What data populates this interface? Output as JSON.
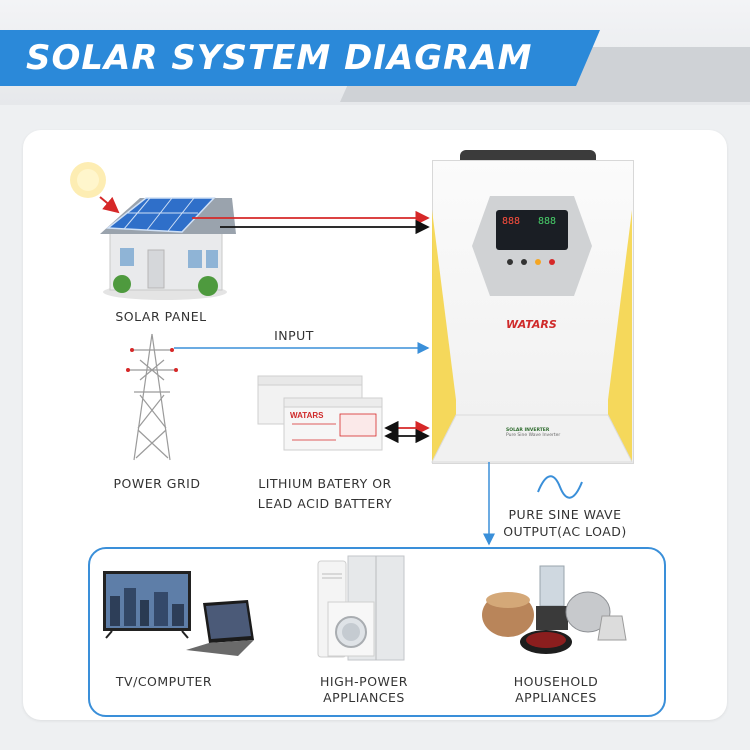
{
  "header": {
    "title": "SOLAR SYSTEM DIAGRAM"
  },
  "labels": {
    "solar_panel": "SOLAR PANEL",
    "input": "INPUT",
    "power_grid": "POWER GRID",
    "battery_line1": "LITHIUM BATERY OR",
    "battery_line2": "LEAD ACID BATTERY",
    "output_line1": "PURE SINE WAVE",
    "output_line2": "OUTPUT(AC LOAD)",
    "tv_computer": "TV/COMPUTER",
    "high_power_line1": "HIGH-POWER",
    "high_power_line2": "APPLIANCES",
    "household_line1": "HOUSEHOLD",
    "household_line2": "APPLIANCES"
  },
  "inverter": {
    "brand": "WATARS",
    "lcd_left": "888",
    "lcd_right": "888",
    "badge": "SOLAR INVERTER",
    "badge_sub": "Pure Sine Wave Inverter"
  },
  "battery": {
    "brand": "WATARS"
  },
  "colors": {
    "accent_blue": "#2b89d9",
    "inverter_yellow": "#f5d54a",
    "arrow_red": "#d62828"
  }
}
